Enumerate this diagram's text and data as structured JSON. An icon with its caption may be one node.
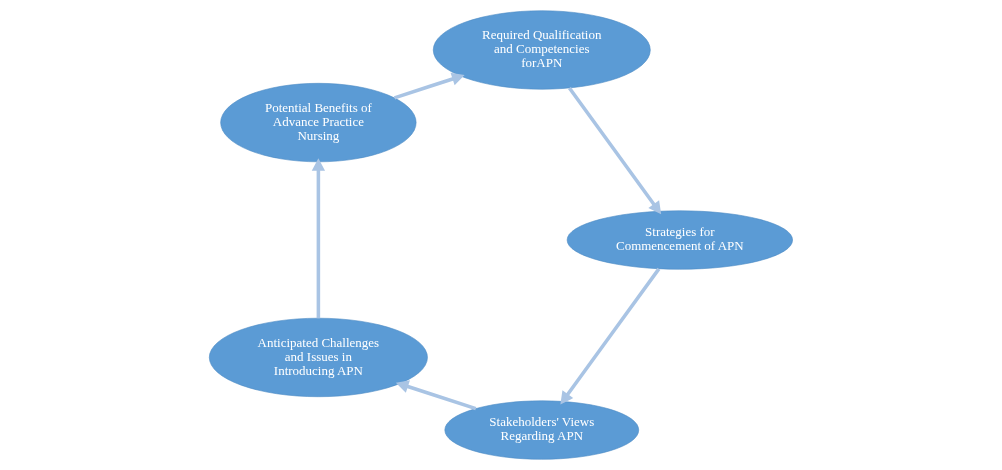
{
  "diagram": {
    "nodes": [
      {
        "text": [
          "Stakeholders' Views Regarding APN"
        ]
      },
      {
        "text": [
          "Anticipated Challenges and Issues in Introducing APN"
        ]
      },
      {
        "text": [
          "Potential Benefits of Advance Practice Nursing"
        ]
      },
      {
        "text": [
          "Required Qualification and Competencies forAPN"
        ]
      },
      {
        "text": [
          "Strategies for Commencement of APN"
        ]
      }
    ],
    "edges": [
      {
        "from": 0,
        "to": 1,
        "arrow": "to"
      },
      {
        "from": 1,
        "to": 2,
        "arrow": "to"
      },
      {
        "from": 2,
        "to": 3,
        "arrow": "to"
      },
      {
        "from": 3,
        "to": 4,
        "arrow": "to"
      },
      {
        "from": 4,
        "to": 0,
        "arrow": "to"
      }
    ]
  }
}
